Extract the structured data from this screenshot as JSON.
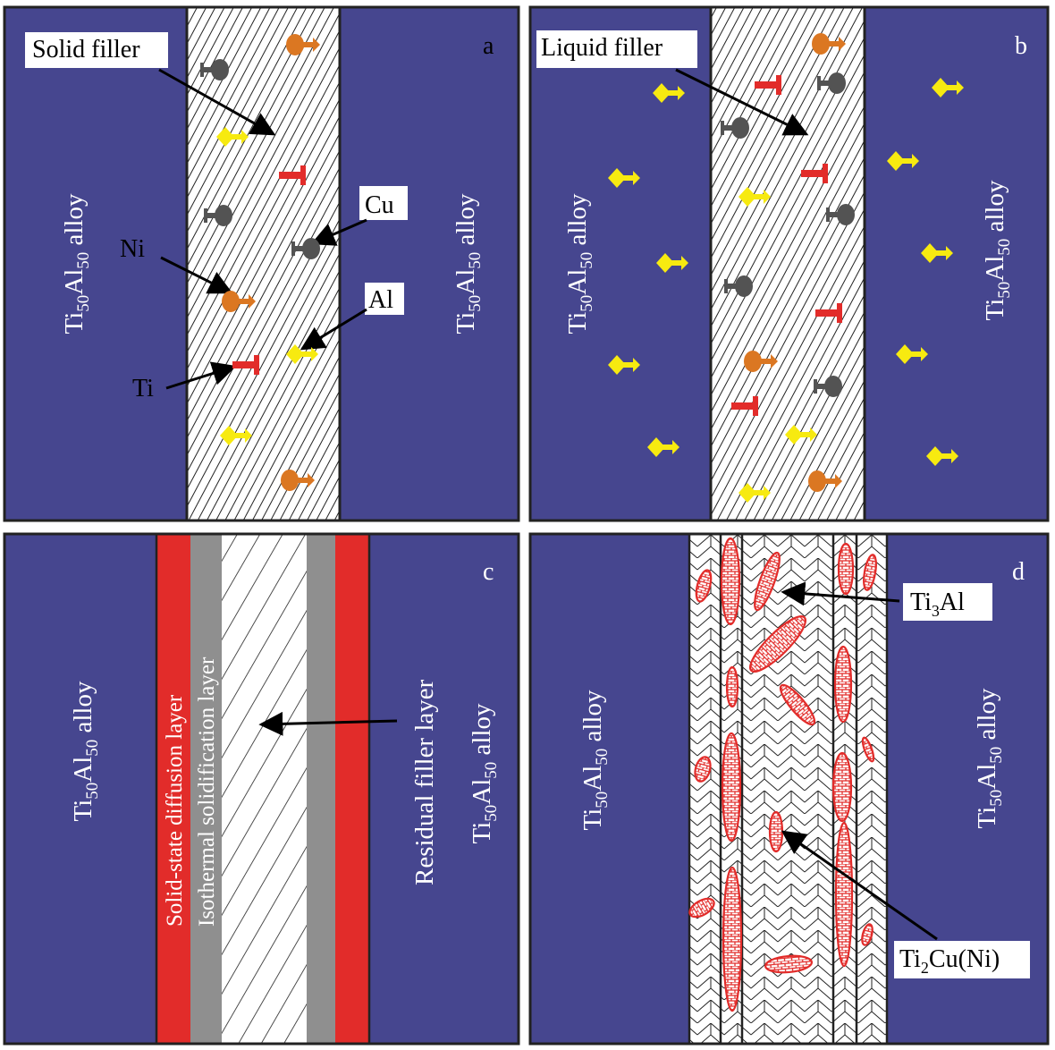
{
  "colors": {
    "alloy": "#46468f",
    "red": "#e22c2a",
    "gray": "#8f8f8f",
    "yellow": "#f7ea10",
    "orange": "#db7722",
    "dark": "#535353",
    "white": "#ffffff"
  },
  "alloy_label": {
    "base": "Ti",
    "sub1": "50",
    "mid": "Al",
    "sub2": "50",
    "tail": " alloy"
  },
  "panel_a": {
    "letter": "a",
    "solid_filler": "Solid filler",
    "cu": "Cu",
    "ni": "Ni",
    "al": "Al",
    "ti": "Ti"
  },
  "panel_b": {
    "letter": "b",
    "liquid_filler": "Liquid filler"
  },
  "panel_c": {
    "letter": "c",
    "solid_state_layer": "Solid-state diffusion layer",
    "isothermal_layer": "Isothermal solidification layer",
    "residual_layer": "Residual filler layer"
  },
  "panel_d": {
    "letter": "d",
    "ti3al": {
      "base": "Ti",
      "sub": "3",
      "tail": "Al"
    },
    "ti2cu": {
      "base": "Ti",
      "sub": "2",
      "tail": "Cu(Ni)"
    }
  }
}
